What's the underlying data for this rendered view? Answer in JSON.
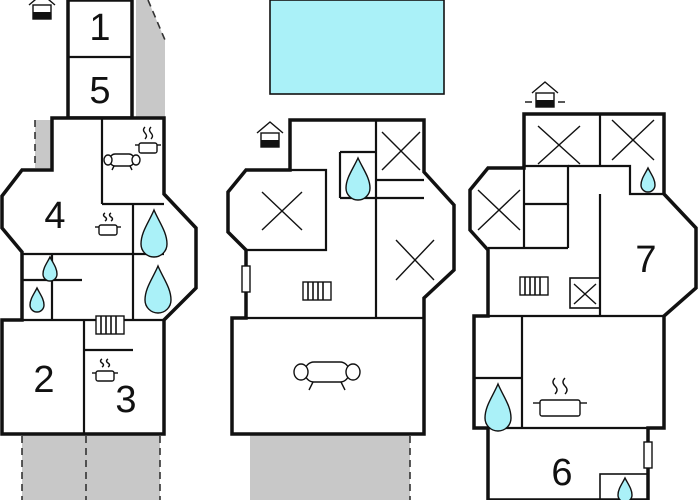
{
  "rooms": {
    "r1": "1",
    "r2": "2",
    "r3": "3",
    "r4": "4",
    "r5": "5",
    "r6": "6",
    "r7": "7"
  },
  "icons": [
    "house-entrance-icon",
    "water-drop-icon",
    "stove-icon",
    "sofa-icon",
    "radiator-icon",
    "bed-cross-icon",
    "window-icon"
  ],
  "colors": {
    "wall": "#111111",
    "water": "#aaf1f8",
    "terrace": "#c8c8c8",
    "background": "#ffffff"
  }
}
